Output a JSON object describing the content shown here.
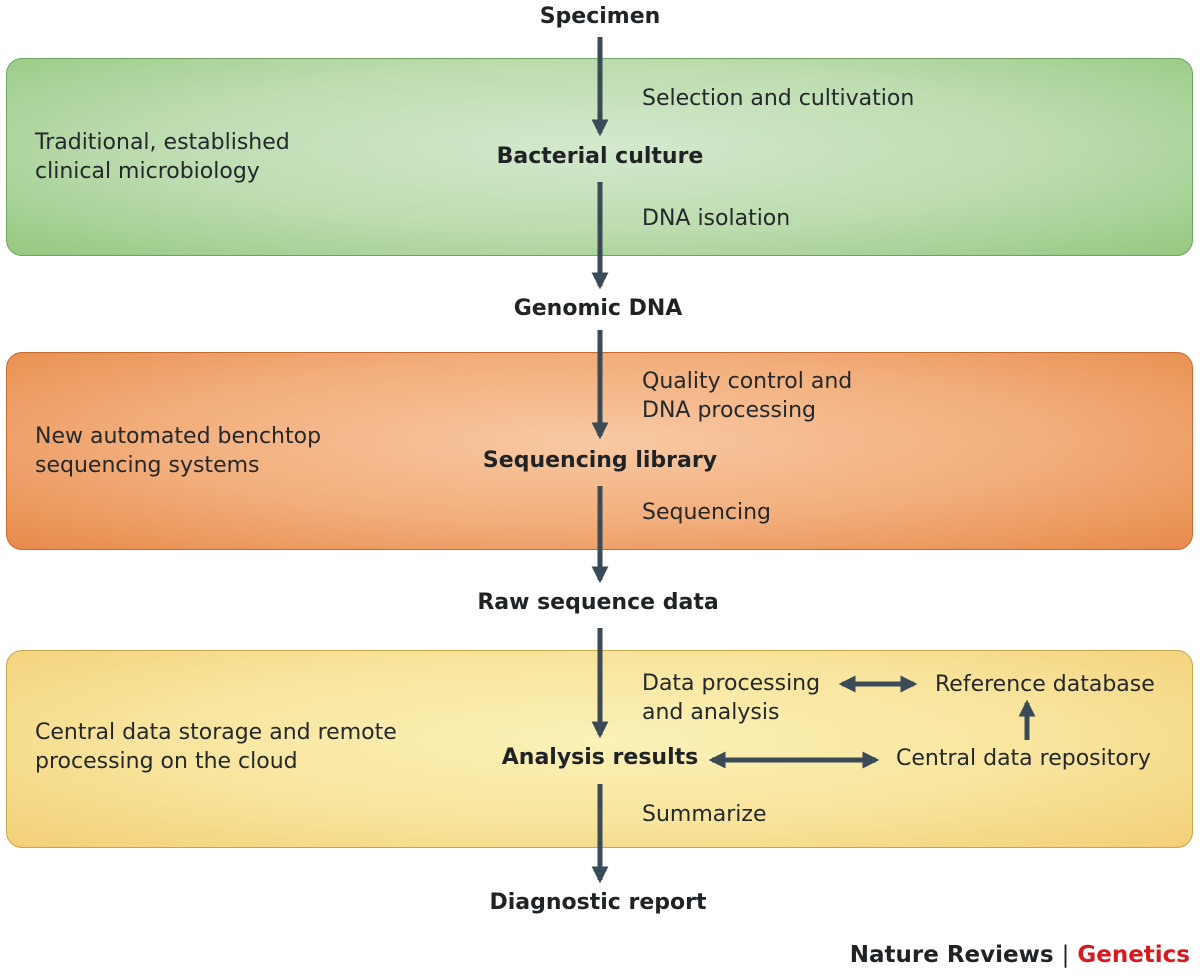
{
  "panels": {
    "top": "Traditional, established\nclinical microbiology",
    "middle": "New automated benchtop\nsequencing systems",
    "bottom": "Central data storage and remote\nprocessing on the cloud"
  },
  "nodes": {
    "specimen": "Specimen",
    "bacterial_culture": "Bacterial culture",
    "genomic_dna": "Genomic DNA",
    "sequencing_library": "Sequencing library",
    "raw_sequence_data": "Raw sequence data",
    "analysis_results": "Analysis results",
    "diagnostic_report": "Diagnostic report"
  },
  "steps": {
    "selection": "Selection and cultivation",
    "dna_isolation": "DNA isolation",
    "quality_control": "Quality control and\nDNA processing",
    "sequencing": "Sequencing",
    "data_processing": "Data processing\nand analysis",
    "summarize": "Summarize"
  },
  "side_nodes": {
    "reference_database": "Reference database",
    "central_repository": "Central data repository"
  },
  "credit": {
    "journal": "Nature Reviews",
    "separator": "|",
    "section": "Genetics"
  },
  "colors": {
    "arrow": "#3a4b57",
    "green_panel": "#bcdcaf",
    "orange_panel": "#f2ad7a",
    "yellow_panel": "#f8e49c",
    "credit_accent": "#d71920"
  }
}
